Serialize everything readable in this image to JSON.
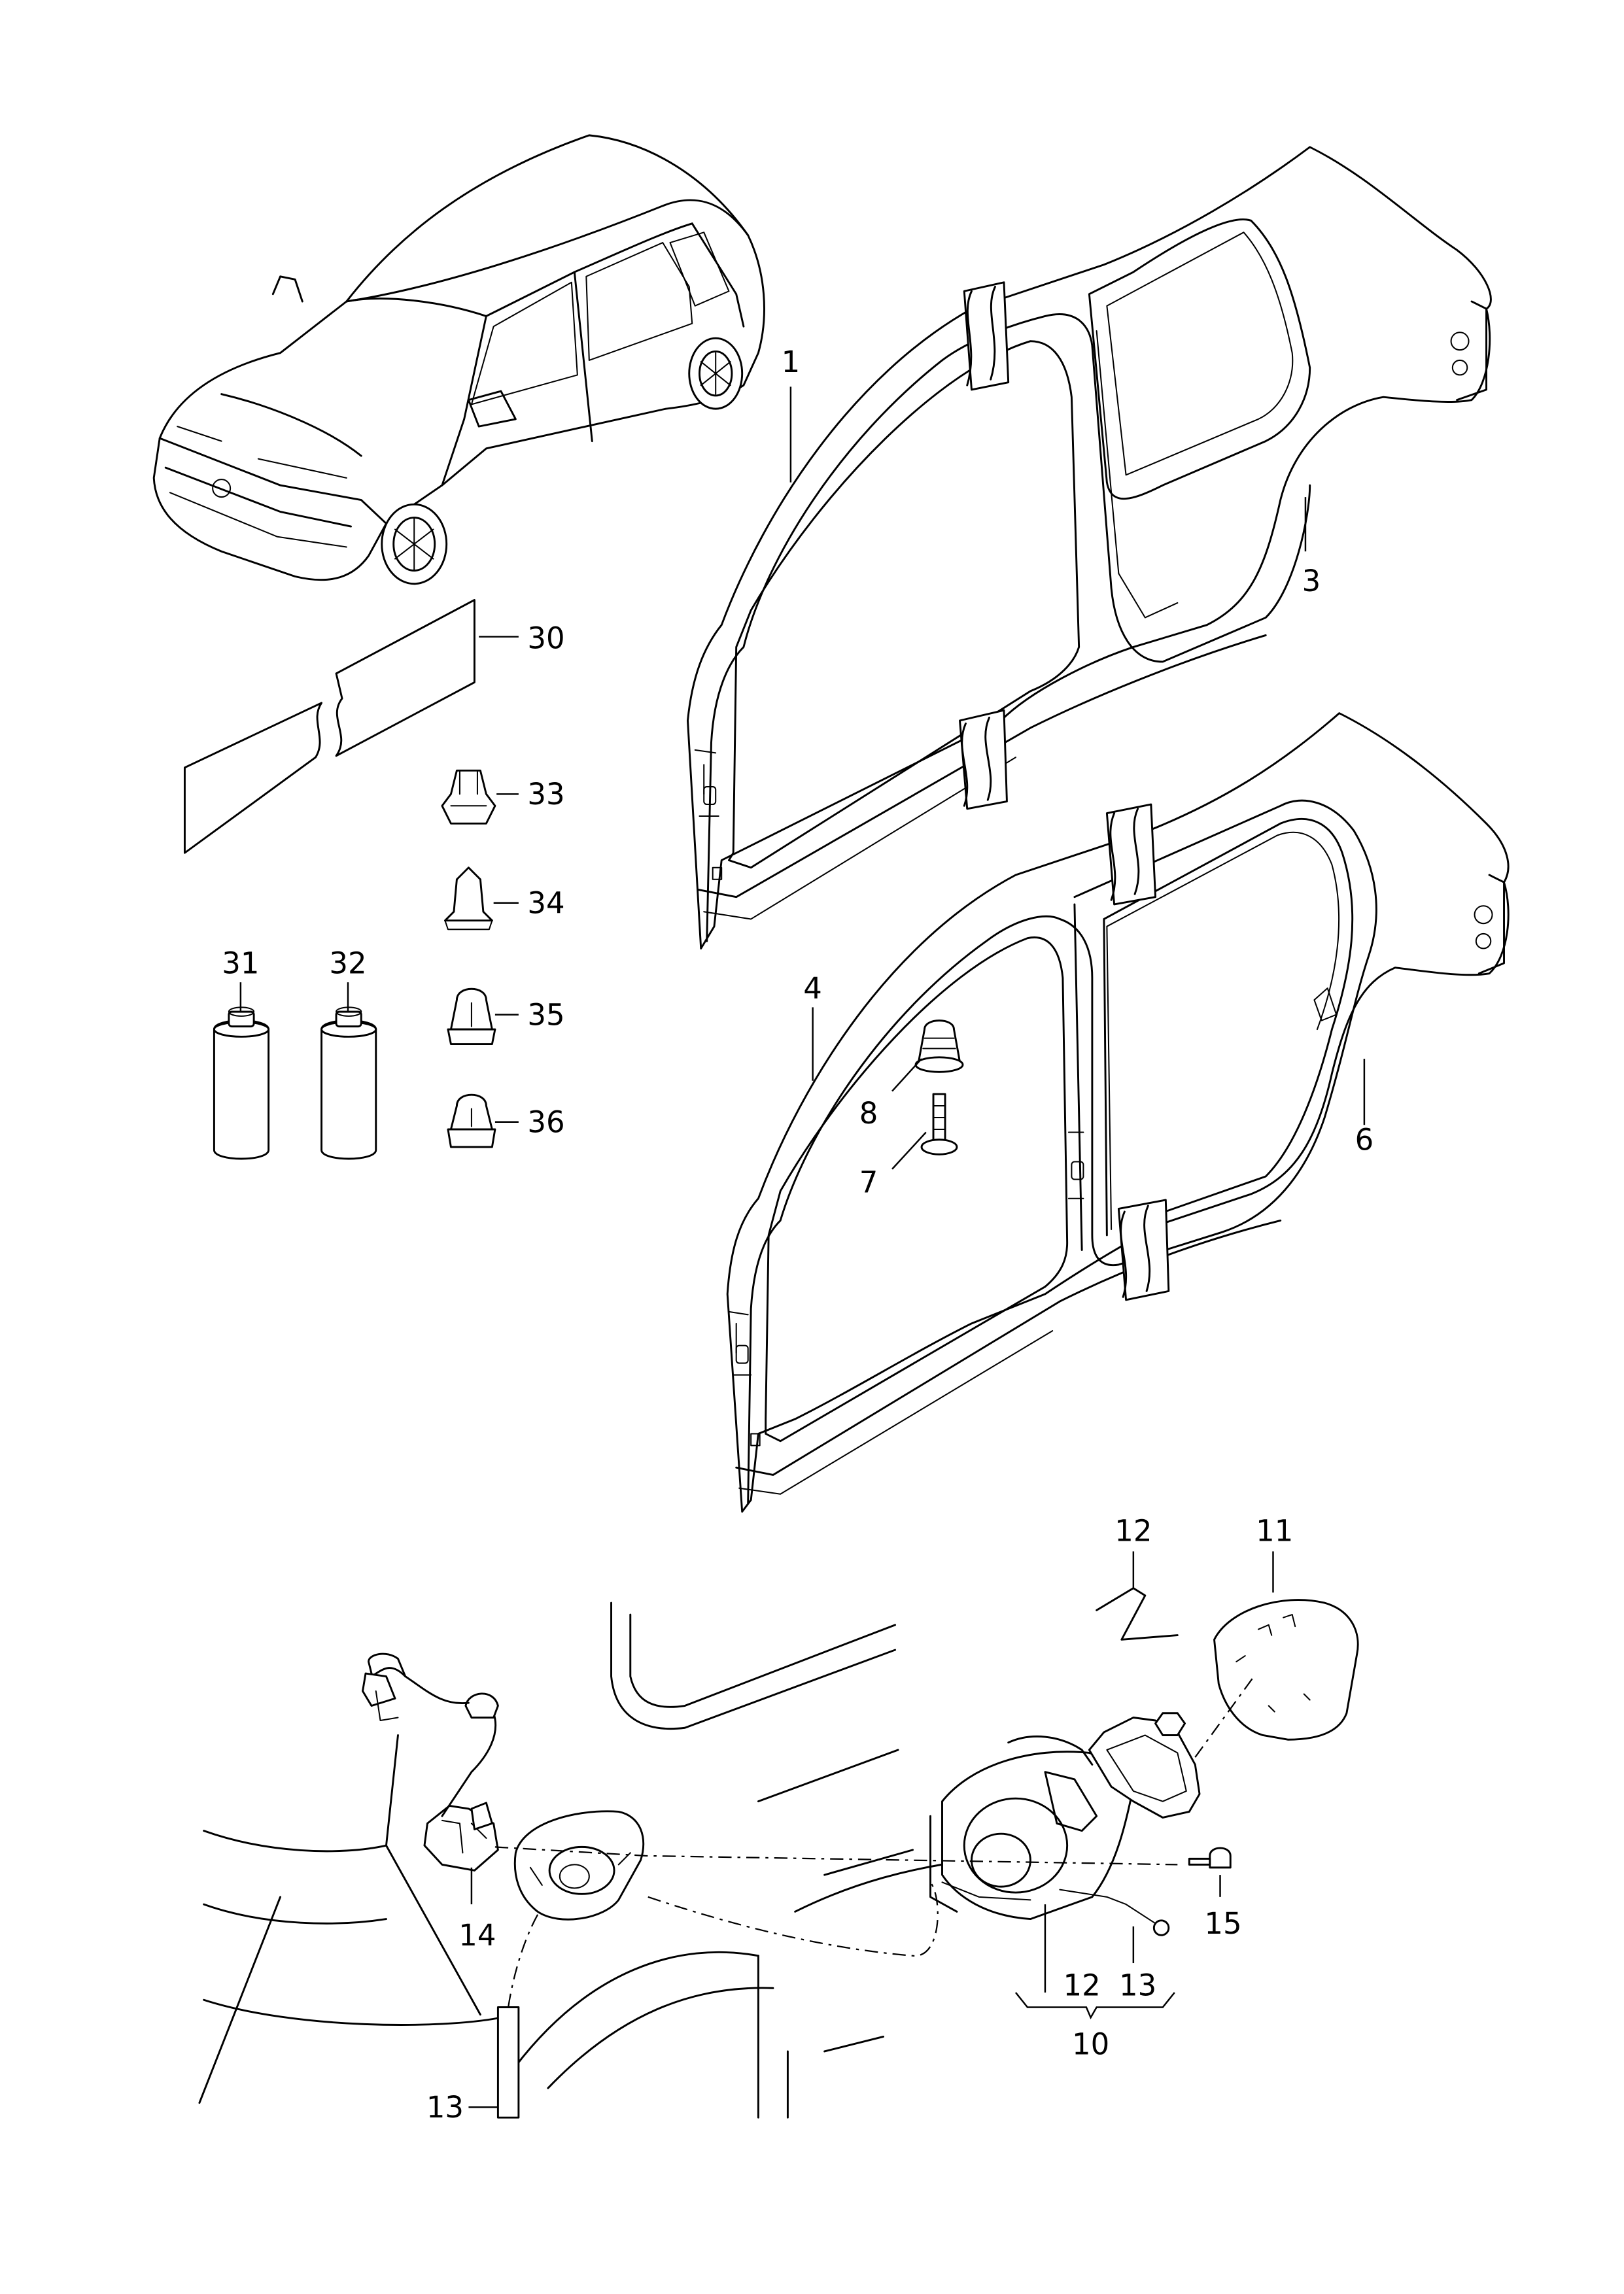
{
  "callouts": [
    {
      "id": "c1",
      "text": "1"
    },
    {
      "id": "c3",
      "text": "3"
    },
    {
      "id": "c4",
      "text": "4"
    },
    {
      "id": "c6",
      "text": "6"
    },
    {
      "id": "c7",
      "text": "7"
    },
    {
      "id": "c8",
      "text": "8"
    },
    {
      "id": "c10",
      "text": "10"
    },
    {
      "id": "c11",
      "text": "11"
    },
    {
      "id": "c12a",
      "text": "12"
    },
    {
      "id": "c12b",
      "text": "12"
    },
    {
      "id": "c13a",
      "text": "13"
    },
    {
      "id": "c13b",
      "text": "13"
    },
    {
      "id": "c14",
      "text": "14"
    },
    {
      "id": "c15",
      "text": "15"
    },
    {
      "id": "c30",
      "text": "30"
    },
    {
      "id": "c31",
      "text": "31"
    },
    {
      "id": "c32",
      "text": "32"
    },
    {
      "id": "c33",
      "text": "33"
    },
    {
      "id": "c34",
      "text": "34"
    },
    {
      "id": "c35",
      "text": "35"
    },
    {
      "id": "c36",
      "text": "36"
    }
  ]
}
